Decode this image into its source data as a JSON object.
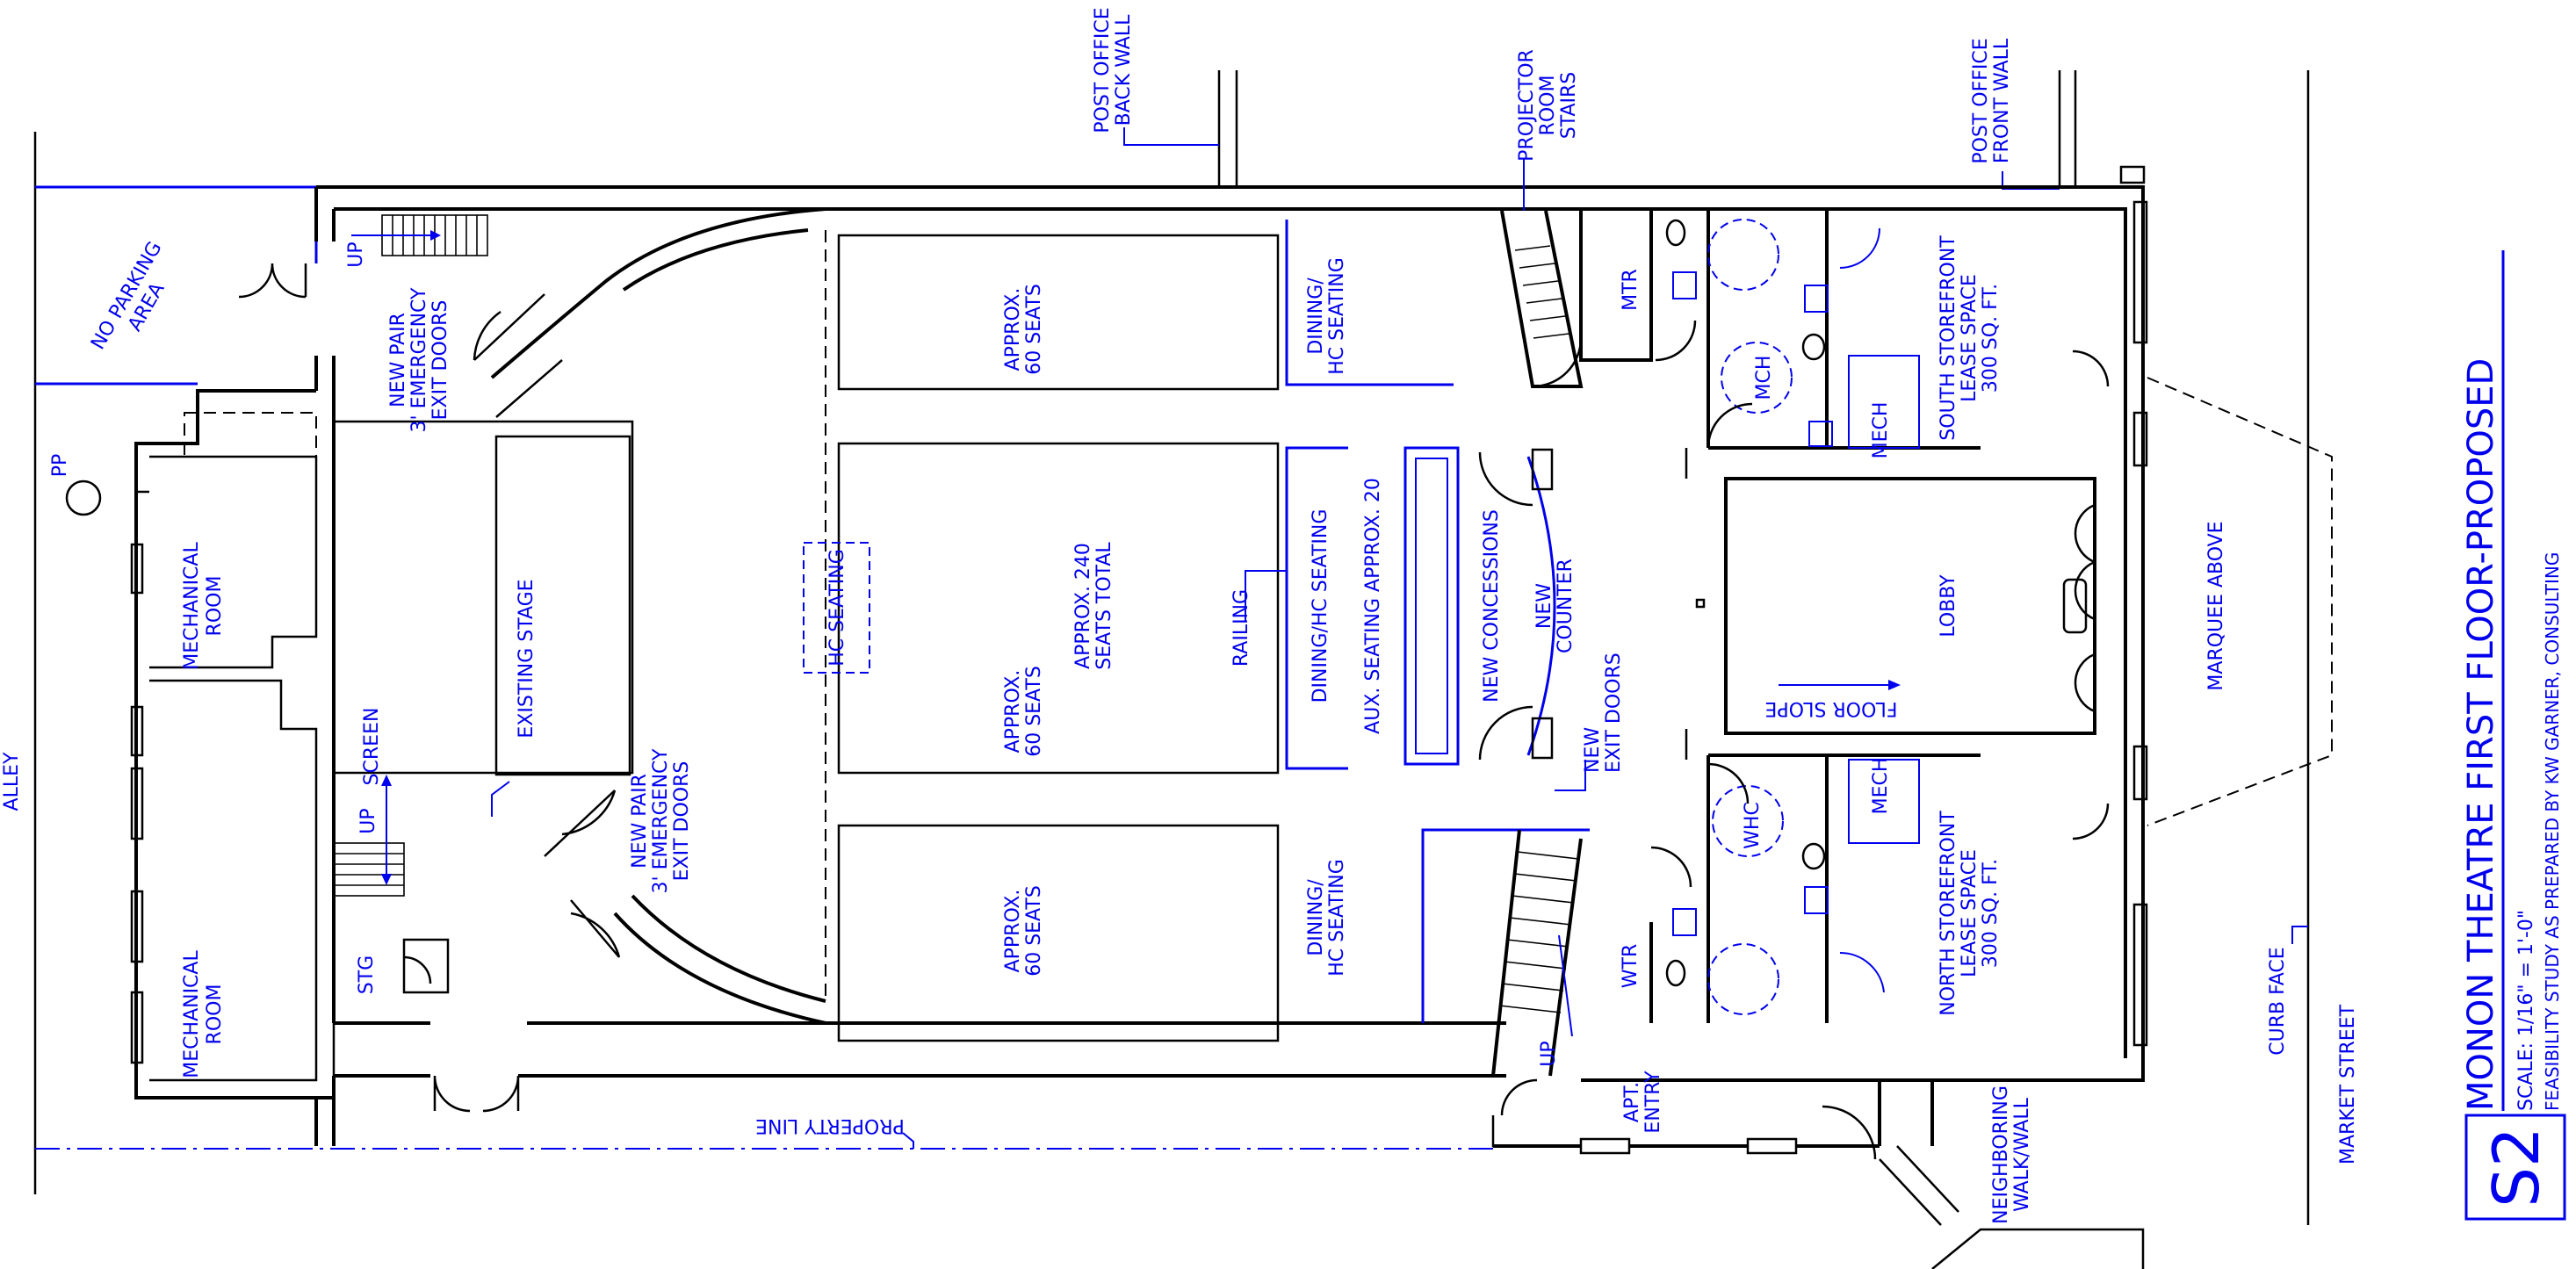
{
  "title_block": {
    "sheet": "S2",
    "title": "MONON THEATRE FIRST FLOOR-PROPOSED",
    "scale": "SCALE: 1/16\" = 1'-0\"",
    "credit": "FEASIBILITY STUDY AS PREPARED BY KW GARNER, CONSULTING"
  },
  "site": {
    "alley": "ALLEY",
    "no_parking_1": "NO PARKING",
    "no_parking_2": "AREA",
    "pp": "PP",
    "property_line": "PROPERTY LINE",
    "market_street": "MARKET STREET",
    "curb_face": "CURB FACE",
    "neighboring_1": "NEIGHBORING",
    "neighboring_2": "WALK/WALL",
    "post_office_back_1": "POST OFFICE",
    "post_office_back_2": "BACK WALL",
    "post_office_front_1": "POST OFFICE",
    "post_office_front_2": "FRONT WALL",
    "marquee": "MARQUEE ABOVE"
  },
  "rooms": {
    "mech_room_1": [
      "MECHANICAL",
      "ROOM"
    ],
    "mech_room_2": [
      "MECHANICAL",
      "ROOM"
    ],
    "screen": "SCREEN",
    "existing_stage": "EXISTING STAGE",
    "stg": "STG",
    "up_top": "UP",
    "up_left": "UP",
    "up_bottom": "UP",
    "exit_top": [
      "NEW PAIR",
      "3' EMERGENCY",
      "EXIT DOORS"
    ],
    "exit_bottom": [
      "NEW PAIR",
      "3' EMERGENCY",
      "EXIT DOORS"
    ],
    "hc_seating": "HC SEATING",
    "seats_top": [
      "APPROX.",
      "60 SEATS"
    ],
    "seats_mid": [
      "APPROX.",
      "60 SEATS"
    ],
    "seats_bottom": [
      "APPROX.",
      "60 SEATS"
    ],
    "seats_total": [
      "APPROX. 240",
      "SEATS TOTAL"
    ],
    "dining_top": [
      "DINING/",
      "HC SEATING"
    ],
    "dining_mid": "DINING/HC SEATING",
    "dining_bottom": [
      "DINING/",
      "HC SEATING"
    ],
    "railing": "RAILING",
    "aux_seating": "AUX. SEATING APPROX. 20",
    "concessions": "NEW CONCESSIONS",
    "counter": [
      "NEW",
      "COUNTER"
    ],
    "exit_doors": [
      "NEW",
      "EXIT DOORS"
    ],
    "projector": [
      "PROJECTOR",
      "ROOM",
      "STAIRS"
    ],
    "mtr": "MTR",
    "wtr": "WTR",
    "mch": "MCH",
    "whc": "WHC",
    "mech_top": "MECH",
    "mech_bottom": "MECH",
    "lobby": "LOBBY",
    "floor_slope": "FLOOR SLOPE",
    "south_store": [
      "SOUTH STOREFRONT",
      "LEASE SPACE",
      "300 SQ. FT."
    ],
    "north_store": [
      "NORTH STOREFRONT",
      "LEASE SPACE",
      "300 SQ. FT."
    ],
    "apt_entry": [
      "APT.",
      "ENTRY"
    ]
  }
}
